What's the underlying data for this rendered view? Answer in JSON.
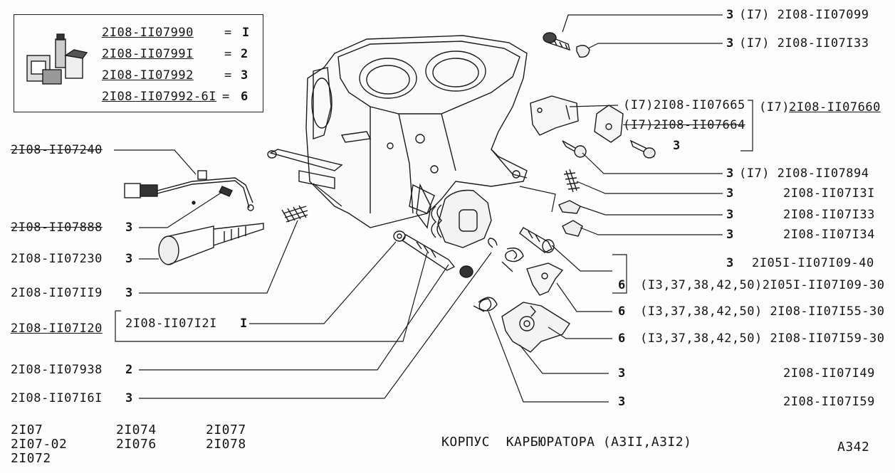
{
  "legend": {
    "rows": [
      {
        "code": "2I08-II07990",
        "eq": "=",
        "val": "I"
      },
      {
        "code": "2I08-II0799I",
        "eq": "=",
        "val": "2"
      },
      {
        "code": "2I08-II07992",
        "eq": "=",
        "val": "3"
      },
      {
        "code": "2I08-II07992-6I",
        "eq": "=",
        "val": "6"
      }
    ]
  },
  "labels_right": {
    "r1": {
      "qty": "3",
      "code": "(I7) 2I08-II07099"
    },
    "r2": {
      "qty": "3",
      "code": "(I7) 2I08-II07I33"
    },
    "r3a": {
      "code": "(I7)2I08-II07665"
    },
    "r3b": {
      "code": "(I7)2I08-II07664"
    },
    "r3c": {
      "prefix": "(I7)",
      "code": "2I08-II07660"
    },
    "r3d": {
      "qty": "3"
    },
    "r4": {
      "qty": "3",
      "code": "(I7) 2I08-II07894"
    },
    "r5": {
      "qty": "3",
      "code": "2I08-II07I3I"
    },
    "r6": {
      "qty": "3",
      "code": "2I08-II07I33"
    },
    "r7": {
      "qty": "3",
      "code": "2I08-II07I34"
    },
    "r8": {
      "qty": "3",
      "code": "2I05I-II07I09-40"
    },
    "r9": {
      "qty": "6",
      "code": "(I3,37,38,42,50)2I05I-II07I09-30"
    },
    "r10": {
      "qty": "6",
      "code": "(I3,37,38,42,50) 2I08-II07I55-30"
    },
    "r11": {
      "qty": "6",
      "code": "(I3,37,38,42,50) 2I08-II07I59-30"
    },
    "r12": {
      "qty": "3",
      "code": "2I08-II07I49"
    },
    "r13": {
      "qty": "3",
      "code": "2I08-II07I59"
    }
  },
  "labels_left": {
    "l1": {
      "code": "2I08-II07240"
    },
    "l2": {
      "code": "2I08-II07888",
      "qty": "3"
    },
    "l3": {
      "code": "2I08-II07230",
      "qty": "3"
    },
    "l4": {
      "code": "2I08-II07II9",
      "qty": "3"
    },
    "l5": {
      "code": "2I08-II07I20"
    },
    "l5b": {
      "code": "2I08-II07I2I",
      "qty": "I"
    },
    "l6": {
      "code": "2I08-II07938",
      "qty": "2"
    },
    "l7": {
      "code": "2I08-II07I6I",
      "qty": "3"
    }
  },
  "models": {
    "col1": [
      "2I07",
      "2I07-02",
      "2I072"
    ],
    "col2": [
      "2I074",
      "2I076"
    ],
    "col3": [
      "2I077",
      "2I078"
    ]
  },
  "title": "КОРПУС  КАРБЮРАТОРА (A3II,A3I2)",
  "page_code": "A342"
}
